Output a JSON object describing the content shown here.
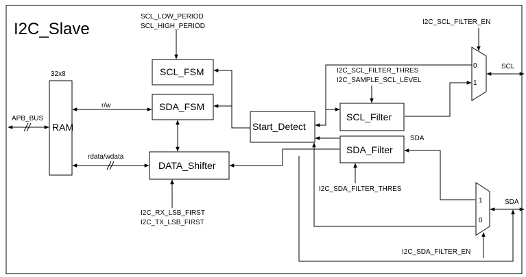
{
  "title": "I2C_Slave",
  "blocks": {
    "ram": "RAM",
    "ram_size": "32x8",
    "scl_fsm": "SCL_FSM",
    "sda_fsm": "SDA_FSM",
    "data_shifter": "DATA_Shifter",
    "start_detect": "Start_Detect",
    "scl_filter": "SCL_Filter",
    "sda_filter": "SDA_Filter"
  },
  "signals": {
    "apb_bus": "APB_BUS",
    "rw": "r/w",
    "rdata_wdata": "rdata/wdata",
    "scl_low_period": "SCL_LOW_PERIOD",
    "scl_high_period": "SCL_HIGH_PERIOD",
    "rx_lsb_first": "I2C_RX_LSB_FIRST",
    "tx_lsb_first": "I2C_TX_LSB_FIRST",
    "scl_filter_en": "I2C_SCL_FILTER_EN",
    "scl_filter_thres": "I2C_SCL_FILTER_THRES",
    "sample_scl_level": "I2C_SAMPLE_SCL_LEVEL",
    "sda_filter_thres": "I2C_SDA_FILTER_THRES",
    "sda_filter_en": "I2C_SDA_FILTER_EN",
    "scl_pin": "SCL",
    "sda_pin": "SDA",
    "sda_internal": "SDA"
  },
  "mux": {
    "scl_in0": "0",
    "scl_in1": "1",
    "sda_in1": "1",
    "sda_in0": "0"
  }
}
